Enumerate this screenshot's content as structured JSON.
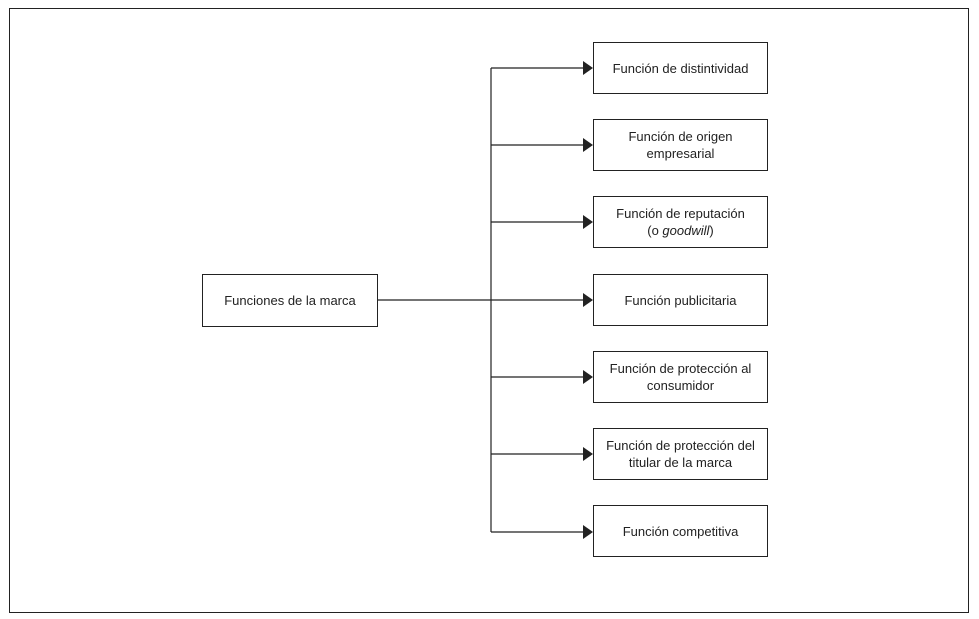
{
  "diagram": {
    "root": "Funciones de la marca",
    "functions": [
      {
        "lines": [
          "Función de distintividad"
        ]
      },
      {
        "lines": [
          "Función de origen",
          "empresarial"
        ]
      },
      {
        "lines": [
          "Función de reputación",
          "(o goodwill)"
        ],
        "italic_word": "goodwill"
      },
      {
        "lines": [
          "Función publicitaria"
        ]
      },
      {
        "lines": [
          "Función de protección al",
          "consumidor"
        ]
      },
      {
        "lines": [
          "Función de protección del",
          "titular de la marca"
        ]
      },
      {
        "lines": [
          "Función competitiva"
        ]
      }
    ]
  },
  "colors": {
    "stroke": "#222222",
    "background": "#ffffff",
    "text": "#222222"
  }
}
